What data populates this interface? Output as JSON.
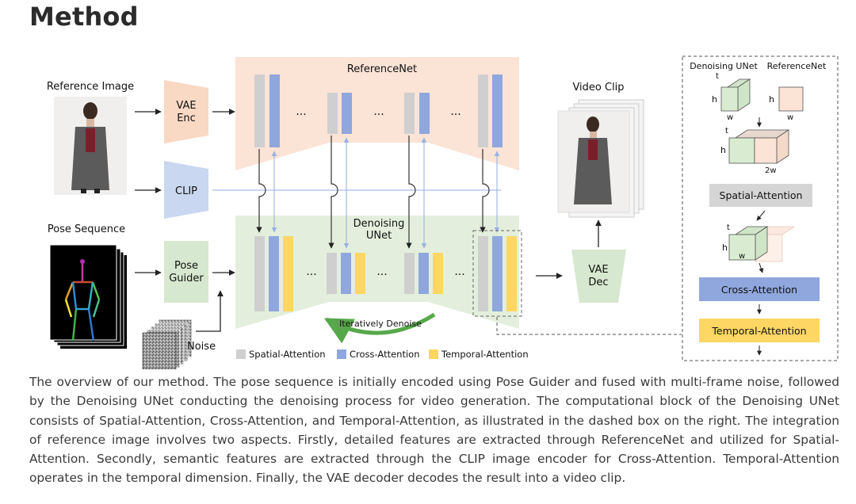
{
  "heading": "Method",
  "figure": {
    "referencenet": "ReferenceNet",
    "reference_image": "Reference Image",
    "pose_sequence": "Pose Sequence",
    "vae_enc_line1": "VAE",
    "vae_enc_line2": "Enc",
    "clip": "CLIP",
    "pose_guider_line1": "Pose",
    "pose_guider_line2": "Guider",
    "noise": "Noise",
    "denoising_line1": "Denoising",
    "denoising_line2": "UNet",
    "iteratively_denoise": "Iteratively Denoise",
    "video_clip": "Video Clip",
    "vae_dec_line1": "VAE",
    "vae_dec_line2": "Dec",
    "ellipsis": "...",
    "legend": {
      "spatial": "Spatial-Attention",
      "cross": "Cross-Attention",
      "temporal": "Temporal-Attention"
    },
    "detail": {
      "denoising_unet": "Denoising UNet",
      "referencenet": "ReferenceNet",
      "dim_t": "t",
      "dim_h": "h",
      "dim_w": "w",
      "dim_2w": "2w",
      "spatial": "Spatial-Attention",
      "cross": "Cross-Attention",
      "temporal": "Temporal-Attention"
    },
    "colors": {
      "spatial": "#cfcfcf",
      "cross": "#8fa7dd",
      "temporal": "#fdd663",
      "referencenet_bg": "#fbe3d6",
      "denoising_bg": "#e3efdc",
      "vae": "#f9d8c4",
      "clip": "#c9d7f0",
      "pose_guider": "#d6e8cf",
      "vae_dec": "#d6e8cf"
    }
  },
  "caption": "The overview of our method. The pose sequence is initially encoded using Pose Guider and fused with multi-frame noise, followed by the Denoising UNet conducting the denoising process for video generation. The computational block of the Denoising UNet consists of Spatial-Attention, Cross-Attention, and Temporal-Attention, as illustrated in the dashed box on the right. The integration of reference image involves two aspects. Firstly, detailed features are extracted through ReferenceNet and utilized for Spatial-Attention. Secondly, semantic features are extracted through the CLIP image encoder for Cross-Attention. Temporal-Attention operates in the temporal dimension. Finally, the VAE decoder decodes the result into a video clip."
}
